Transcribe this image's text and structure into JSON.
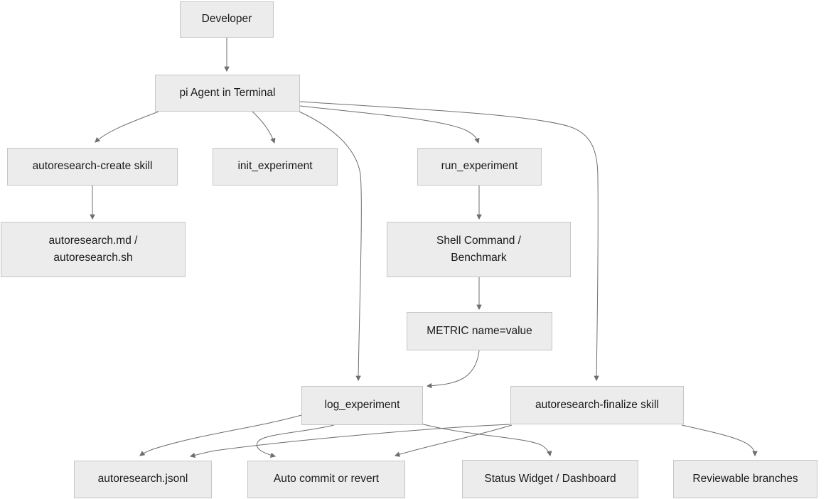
{
  "diagram": {
    "type": "flowchart",
    "direction": "top-down",
    "colors": {
      "background": "#ffffff",
      "node_fill": "#ececec",
      "node_border": "#c6c6c6",
      "edge_line": "#6e6e6e",
      "text": "#1a1a1a"
    },
    "nodes": [
      {
        "id": "developer",
        "label": "Developer"
      },
      {
        "id": "pi_agent",
        "label": "pi Agent in Terminal"
      },
      {
        "id": "create_skill",
        "label": "autoresearch-create skill"
      },
      {
        "id": "init_experiment",
        "label": "init_experiment"
      },
      {
        "id": "run_experiment",
        "label": "run_experiment"
      },
      {
        "id": "autoresearch_files",
        "label": "autoresearch.md /\nautoresearch.sh"
      },
      {
        "id": "shell_benchmark",
        "label": "Shell Command /\nBenchmark"
      },
      {
        "id": "metric",
        "label": "METRIC name=value"
      },
      {
        "id": "log_experiment",
        "label": "log_experiment"
      },
      {
        "id": "finalize_skill",
        "label": "autoresearch-finalize skill"
      },
      {
        "id": "jsonl",
        "label": "autoresearch.jsonl"
      },
      {
        "id": "auto_commit",
        "label": "Auto commit or revert"
      },
      {
        "id": "status_widget",
        "label": "Status Widget / Dashboard"
      },
      {
        "id": "reviewable_branches",
        "label": "Reviewable branches"
      }
    ],
    "edges": [
      {
        "from": "developer",
        "to": "pi_agent"
      },
      {
        "from": "pi_agent",
        "to": "create_skill"
      },
      {
        "from": "pi_agent",
        "to": "init_experiment"
      },
      {
        "from": "pi_agent",
        "to": "run_experiment"
      },
      {
        "from": "pi_agent",
        "to": "log_experiment"
      },
      {
        "from": "pi_agent",
        "to": "finalize_skill"
      },
      {
        "from": "create_skill",
        "to": "autoresearch_files"
      },
      {
        "from": "run_experiment",
        "to": "shell_benchmark"
      },
      {
        "from": "shell_benchmark",
        "to": "metric"
      },
      {
        "from": "metric",
        "to": "log_experiment"
      },
      {
        "from": "log_experiment",
        "to": "jsonl"
      },
      {
        "from": "log_experiment",
        "to": "auto_commit"
      },
      {
        "from": "log_experiment",
        "to": "status_widget"
      },
      {
        "from": "finalize_skill",
        "to": "jsonl"
      },
      {
        "from": "finalize_skill",
        "to": "auto_commit"
      },
      {
        "from": "finalize_skill",
        "to": "reviewable_branches"
      }
    ]
  }
}
